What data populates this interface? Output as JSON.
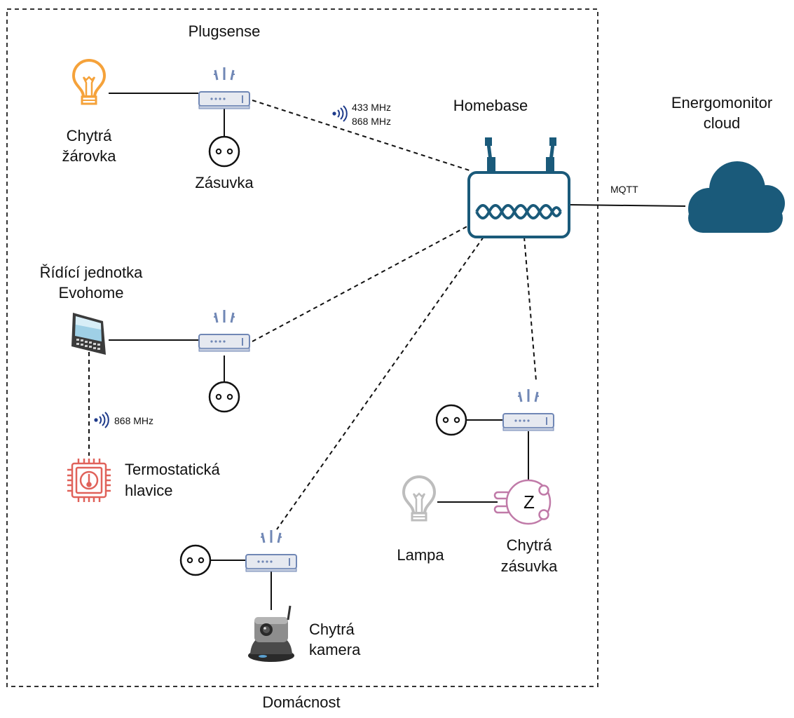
{
  "diagram": {
    "container_label": "Domácnost",
    "gateway": {
      "title": "Homebase"
    },
    "cloud": {
      "line1": "Energomonitor",
      "line2": "cloud"
    },
    "protocol": "MQTT",
    "plugsense": {
      "title": "Plugsense"
    },
    "radio": {
      "freq1": "433 MHz",
      "freq2": "868 MHz",
      "evohome_freq": "868 MHz"
    },
    "bulb": {
      "line1": "Chytrá",
      "line2": "žárovka"
    },
    "socket_top": {
      "label": "Zásuvka"
    },
    "evohome": {
      "line1": "Řídící jednotka",
      "line2": "Evohome"
    },
    "thermostat": {
      "line1": "Termostatická",
      "line2": "hlavice"
    },
    "lamp": {
      "label": "Lampa"
    },
    "smart_plug": {
      "line1": "Chytrá",
      "line2": "zásuvka",
      "glyph": "Z"
    },
    "camera": {
      "line1": "Chytrá",
      "line2": "kamera"
    },
    "colors": {
      "accent": "#1a5a7a",
      "router": "#7087b5",
      "bulb": "#f5a23a",
      "lamp": "#bdbdbd",
      "thermo": "#e0625a",
      "plug": "#c07aa8",
      "radio_wave": "#1d3a8a"
    }
  }
}
